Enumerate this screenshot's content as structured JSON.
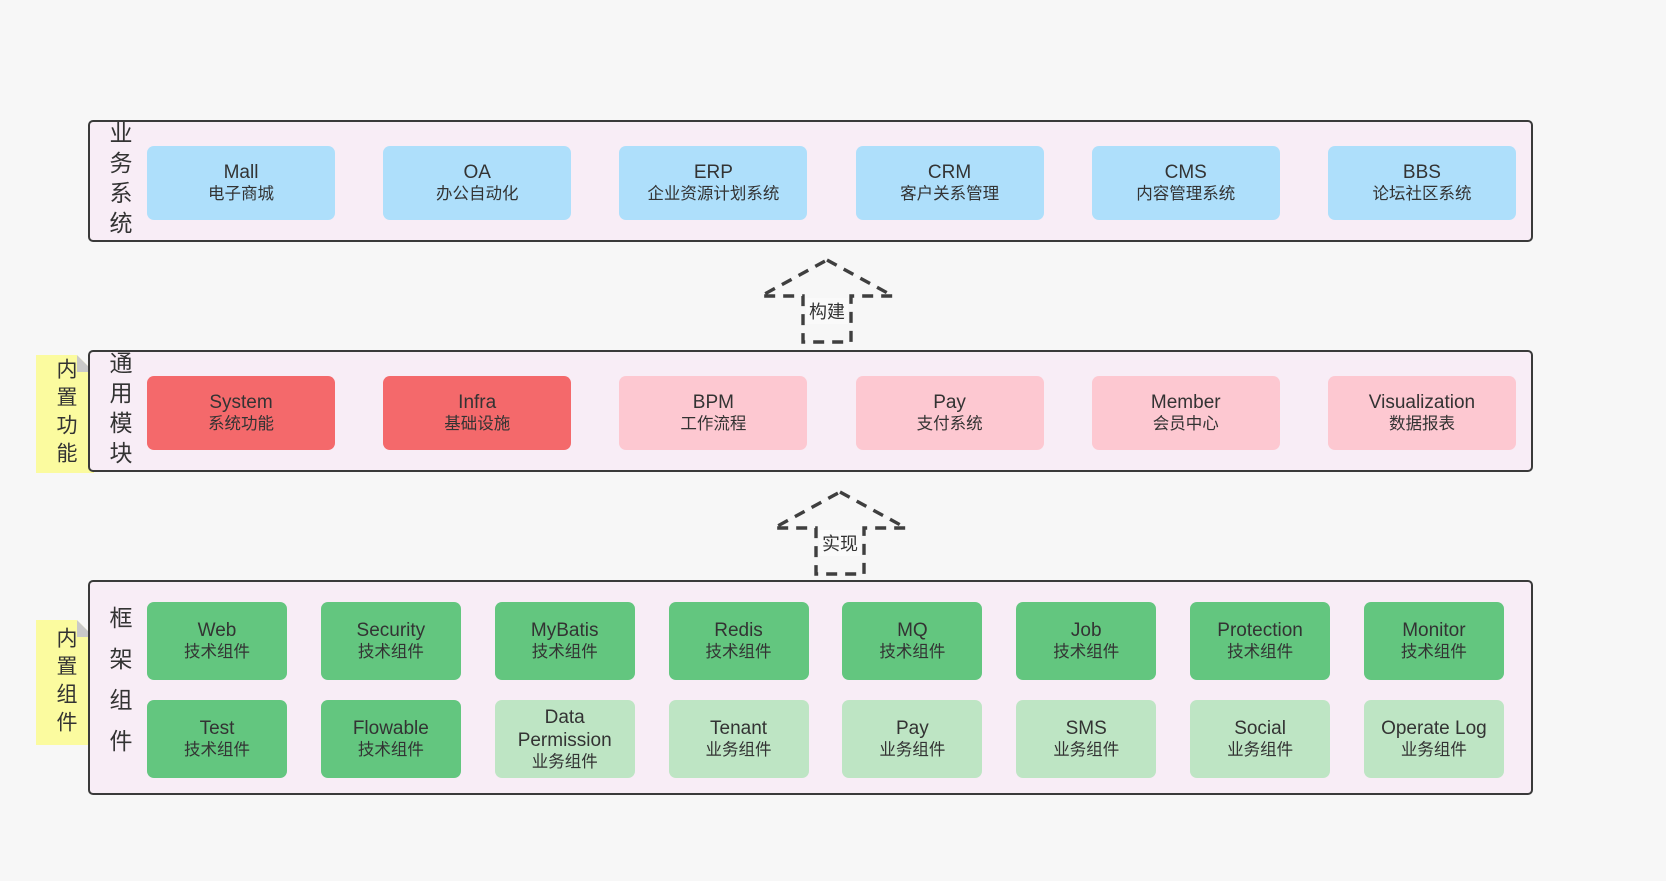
{
  "colors": {
    "page_bg": "#f7f7f7",
    "layer_bg": "#f8edf6",
    "layer_border": "#3a3a3a",
    "blue_box": "#aedffb",
    "red_box": "#f4696b",
    "pink_box": "#fdc8d1",
    "green_box": "#63c67f",
    "light_green_box": "#bee5c4",
    "note_bg": "#fbfb9f",
    "note_fold": "#c9c9c9",
    "text": "#333333"
  },
  "arrows": [
    {
      "label": "构建"
    },
    {
      "label": "实现"
    }
  ],
  "layers": [
    {
      "label": "业务系统",
      "boxes": [
        {
          "title": "Mall",
          "subtitle": "电子商城"
        },
        {
          "title": "OA",
          "subtitle": "办公自动化"
        },
        {
          "title": "ERP",
          "subtitle": "企业资源计划系统"
        },
        {
          "title": "CRM",
          "subtitle": "客户关系管理"
        },
        {
          "title": "CMS",
          "subtitle": "内容管理系统"
        },
        {
          "title": "BBS",
          "subtitle": "论坛社区系统"
        }
      ]
    },
    {
      "label": "通用模块",
      "note": "内置功能",
      "boxes": [
        {
          "title": "System",
          "subtitle": "系统功能"
        },
        {
          "title": "Infra",
          "subtitle": "基础设施"
        },
        {
          "title": "BPM",
          "subtitle": "工作流程"
        },
        {
          "title": "Pay",
          "subtitle": "支付系统"
        },
        {
          "title": "Member",
          "subtitle": "会员中心"
        },
        {
          "title": "Visualization",
          "subtitle": "数据报表"
        }
      ]
    },
    {
      "label": "框架组件",
      "note": "内置组件",
      "rows": [
        [
          {
            "title": "Web",
            "subtitle": "技术组件"
          },
          {
            "title": "Security",
            "subtitle": "技术组件"
          },
          {
            "title": "MyBatis",
            "subtitle": "技术组件"
          },
          {
            "title": "Redis",
            "subtitle": "技术组件"
          },
          {
            "title": "MQ",
            "subtitle": "技术组件"
          },
          {
            "title": "Job",
            "subtitle": "技术组件"
          },
          {
            "title": "Protection",
            "subtitle": "技术组件"
          },
          {
            "title": "Monitor",
            "subtitle": "技术组件"
          }
        ],
        [
          {
            "title": "Test",
            "subtitle": "技术组件"
          },
          {
            "title": "Flowable",
            "subtitle": "技术组件"
          },
          {
            "title": "Data Permission",
            "subtitle": "业务组件"
          },
          {
            "title": "Tenant",
            "subtitle": "业务组件"
          },
          {
            "title": "Pay",
            "subtitle": "业务组件"
          },
          {
            "title": "SMS",
            "subtitle": "业务组件"
          },
          {
            "title": "Social",
            "subtitle": "业务组件"
          },
          {
            "title": "Operate Log",
            "subtitle": "业务组件"
          }
        ]
      ]
    }
  ]
}
